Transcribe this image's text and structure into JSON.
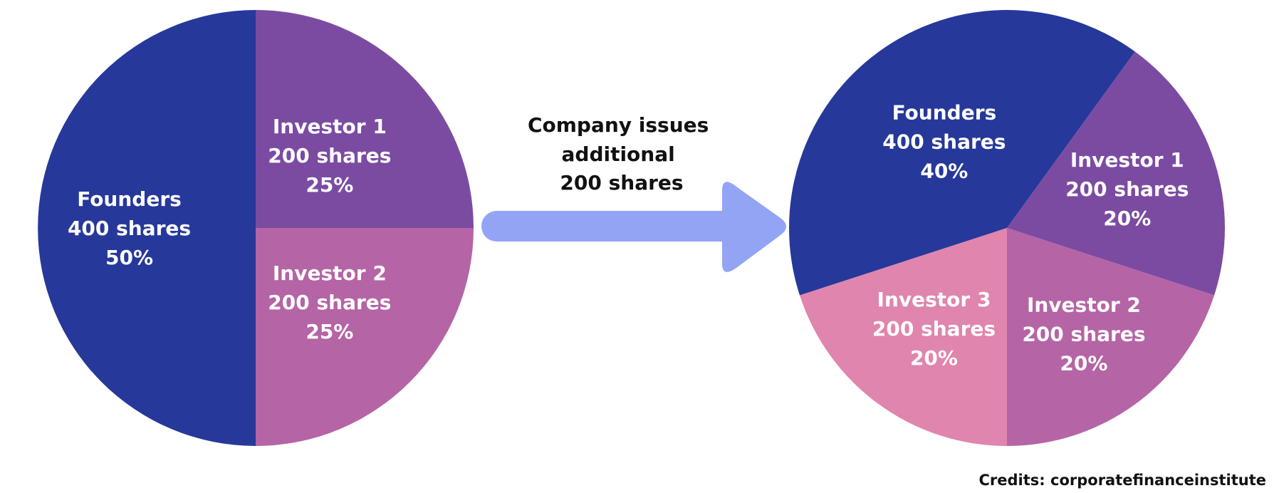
{
  "chart_data": [
    {
      "type": "pie",
      "slices": [
        {
          "label": "Founders",
          "shares": "400 shares",
          "percent_label": "50%",
          "value": 50,
          "color": "#26389A"
        },
        {
          "label": "Investor 1",
          "shares": "200 shares",
          "percent_label": "25%",
          "value": 25,
          "color": "#7B4BA2"
        },
        {
          "label": "Investor 2",
          "shares": "200 shares",
          "percent_label": "25%",
          "value": 25,
          "color": "#B564A6"
        }
      ]
    },
    {
      "type": "pie",
      "slices": [
        {
          "label": "Founders",
          "shares": "400 shares",
          "percent_label": "40%",
          "value": 40,
          "color": "#26389A"
        },
        {
          "label": "Investor 1",
          "shares": "200 shares",
          "percent_label": "20%",
          "value": 20,
          "color": "#7B4BA2"
        },
        {
          "label": "Investor 2",
          "shares": "200 shares",
          "percent_label": "20%",
          "value": 20,
          "color": "#B564A6"
        },
        {
          "label": "Investor 3",
          "shares": "200 shares",
          "percent_label": "20%",
          "value": 20,
          "color": "#E085AD"
        }
      ]
    }
  ],
  "arrow": {
    "caption_lines": [
      "Company issues",
      "additional",
      "200 shares"
    ],
    "color": "#94A4F5"
  },
  "credits": "Credits: corporatefinanceinstitute"
}
